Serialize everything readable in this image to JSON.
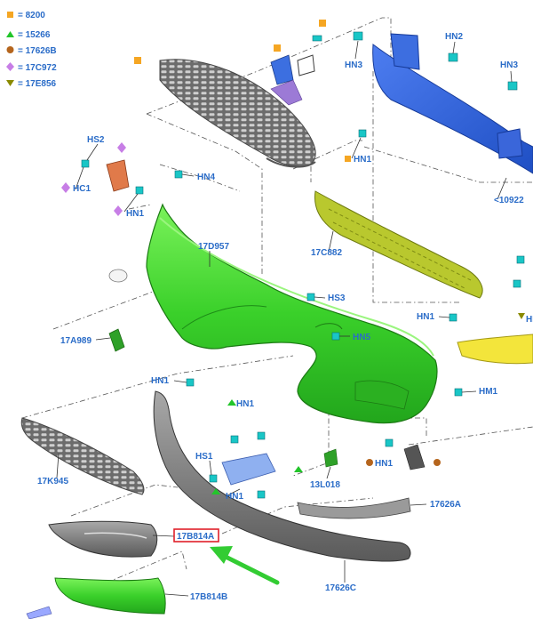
{
  "legend": [
    {
      "shape": "square",
      "color": "#f5a623",
      "label": "= 8200"
    },
    {
      "shape": "triangle",
      "color": "#22c52a",
      "label": "= 15266"
    },
    {
      "shape": "circle",
      "color": "#b5651d",
      "label": "= 17626B"
    },
    {
      "shape": "diamond",
      "color": "#c77ee6",
      "label": "= 17C972"
    },
    {
      "shape": "triangle-down",
      "color": "#8a8a00",
      "label": "= 17E856"
    }
  ],
  "labels": {
    "hn3_a": "HN3",
    "hn2": "HN2",
    "hn3_b": "HN3",
    "hn1_top": "HN1",
    "hs2": "HS2",
    "hn4": "HN4",
    "hc1": "HC1",
    "hn1_left": "HN1",
    "bar_part": "<10922",
    "bumper": "17D957",
    "absorber": "17C882",
    "hs3": "HS3",
    "hn5": "HN5",
    "hn1_right": "HN1",
    "hn1_right_b": "HN",
    "refl": "17A989",
    "hm1": "HM1",
    "hn1_mid": "HN1",
    "hn1_center": "HN1",
    "grille_lower": "17K945",
    "hs1": "HS1",
    "hn1_bracket": "HN1",
    "hn1_ring": "HN1",
    "bezel_part": "13L018",
    "hn1_low": "HN1",
    "strip": "17626A",
    "highlight": "17B814A",
    "lip": "17626C",
    "insert": "17B814B"
  },
  "colors": {
    "label": "#2a6cc8",
    "bumper": "#33cc22",
    "beam": "#2b5fd9",
    "absorber": "#b6c62c",
    "highlight_box": "#e0202a",
    "arrow": "#33cc33"
  }
}
